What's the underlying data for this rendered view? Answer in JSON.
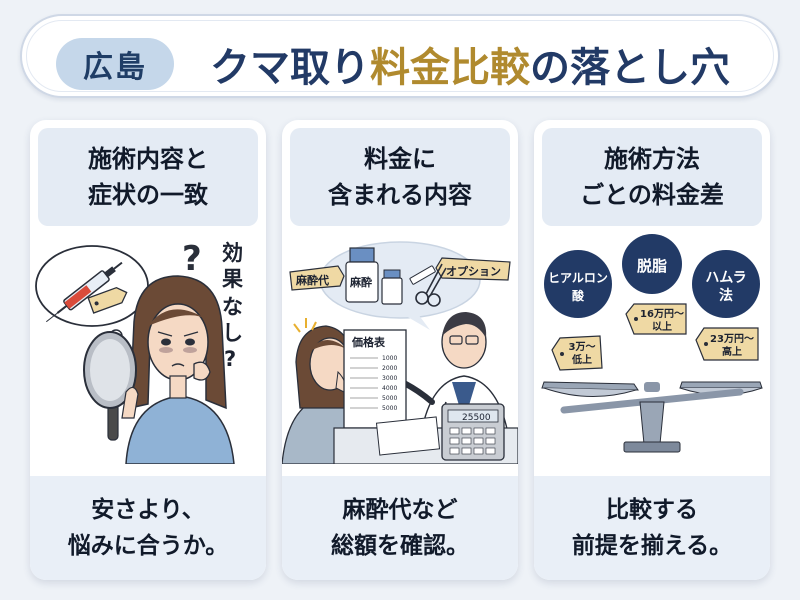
{
  "header": {
    "region": "広島",
    "title_part1": "クマ取り",
    "title_part2": "料金比較",
    "title_part3": "の落とし穴"
  },
  "cards": [
    {
      "heading_line1": "施術内容と",
      "heading_line2": "症状の一致",
      "art": {
        "question_mark": "?",
        "side_text_line1": "効",
        "side_text_line2": "果",
        "side_text_line3": "な",
        "side_text_line4": "し",
        "side_text_line5": "?"
      },
      "footer_line1": "安さより、",
      "footer_line2": "悩みに合うか。"
    },
    {
      "heading_line1": "料金に",
      "heading_line2": "含まれる内容",
      "art": {
        "tag_anesthesia": "麻酔代",
        "bottle_label": "麻酔",
        "tag_option": "オプション",
        "price_sheet_title": "価格表",
        "price_rows": [
          "1000",
          "2000",
          "3000",
          "4000",
          "5000",
          "5000"
        ],
        "calculator_display": "25500"
      },
      "footer_line1": "麻酔代など",
      "footer_line2": "総額を確認。"
    },
    {
      "heading_line1": "施術方法",
      "heading_line2": "ごとの料金差",
      "art": {
        "method1_line1": "ヒアルロン",
        "method1_line2": "酸",
        "method2": "脱脂",
        "method3_line1": "ハムラ",
        "method3_line2": "法",
        "price1_line1": "3万〜",
        "price1_line2": "低上",
        "price2_line1": "16万円〜",
        "price2_line2": "以上",
        "price3_line1": "23万円〜",
        "price3_line2": "高上"
      },
      "footer_line1": "比較する",
      "footer_line2": "前提を揃える。"
    }
  ],
  "colors": {
    "background": "#eef2f7",
    "navy": "#223a66",
    "gold": "#b08a2e",
    "region_pill": "#c5d7ea",
    "card_head": "#e4ebf4",
    "card_foot": "#e9eff7",
    "tag": "#efd9a4"
  }
}
